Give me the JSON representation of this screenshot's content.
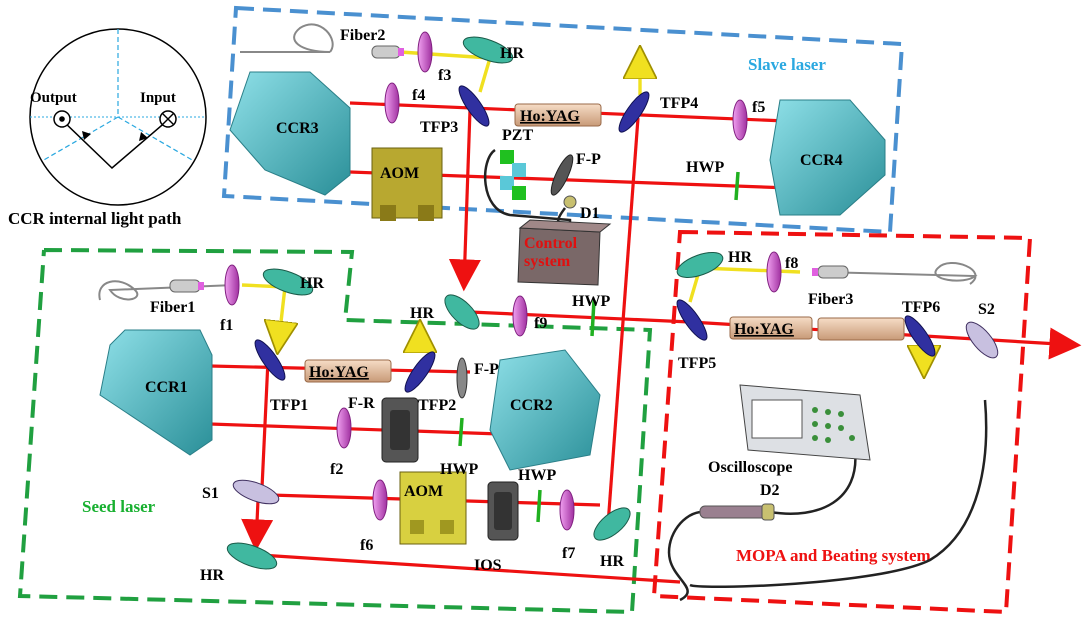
{
  "inset": {
    "output_label": "Output",
    "input_label": "Input",
    "title": "CCR internal light path"
  },
  "regions": {
    "slave": "Slave laser",
    "seed": "Seed laser",
    "mopa": "MOPA and Beating system"
  },
  "control": {
    "line1": "Control",
    "line2": "system"
  },
  "labels": {
    "fiber1": "Fiber1",
    "fiber2": "Fiber2",
    "fiber3": "Fiber3",
    "f1": "f1",
    "f2": "f2",
    "f3": "f3",
    "f4": "f4",
    "f5": "f5",
    "f6": "f6",
    "f7": "f7",
    "f8": "f8",
    "f9": "f9",
    "tfp1": "TFP1",
    "tfp2": "TFP2",
    "tfp3": "TFP3",
    "tfp4": "TFP4",
    "tfp5": "TFP5",
    "tfp6": "TFP6",
    "ccr1": "CCR1",
    "ccr2": "CCR2",
    "ccr3": "CCR3",
    "ccr4": "CCR4",
    "hoyag": "Ho:YAG",
    "aom": "AOM",
    "pzt": "PZT",
    "fp": "F-P",
    "fr": "F-R",
    "hwp": "HWP",
    "hr": "HR",
    "d1": "D1",
    "d2": "D2",
    "s1": "S1",
    "s2": "S2",
    "ios": "IOS",
    "oscilloscope": "Oscilloscope"
  },
  "colors": {
    "beam": "#ee1111",
    "pump": "#f0e020",
    "slave_box": "#4a90d0",
    "seed_box": "#20a040",
    "mopa_box": "#ee1111",
    "ccr": "#5fc8d0",
    "lens": "#d060d0",
    "mirror_hr": "#40b8a0",
    "tfp": "#3030a0",
    "crystal": "#e8c0a0",
    "aom": "#b8a830"
  }
}
